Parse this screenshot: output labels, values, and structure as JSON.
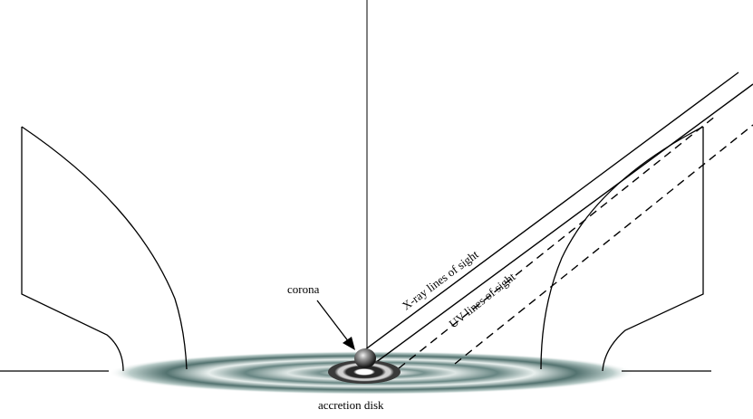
{
  "labels": {
    "corona": "corona",
    "accretion_disk": "accretion disk",
    "xray_lines_of_sight": "X-ray lines of sight",
    "uv_lines_of_sight": "UV lines of sight"
  },
  "colors": {
    "line": "#000000",
    "disk_dark": "#2f4f4d",
    "disk_mid": "#6f8f8c",
    "disk_light": "#dfe9e7",
    "corona_dark": "#1f1f1f",
    "corona_light": "#d8d8d8",
    "ring_dark": "#2a2a2a",
    "ring_light": "#bdbdbd"
  }
}
